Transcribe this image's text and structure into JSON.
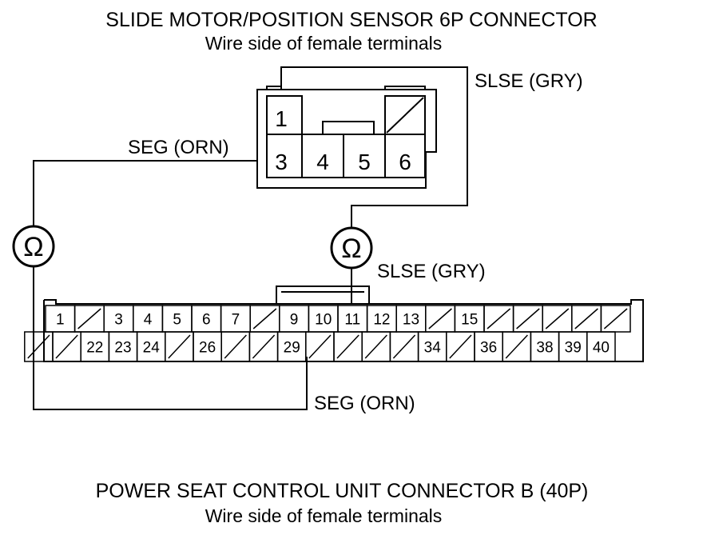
{
  "top_connector": {
    "title": "SLIDE MOTOR/POSITION SENSOR 6P CONNECTOR",
    "subtitle": "Wire side of female terminals",
    "cells": [
      {
        "label": "1",
        "blank": false
      },
      {
        "label": "3",
        "blank": false
      },
      {
        "label": "4",
        "blank": false
      },
      {
        "label": "5",
        "blank": false
      },
      {
        "label": "6",
        "blank": false
      },
      {
        "label": "",
        "blank": true
      }
    ]
  },
  "bottom_connector": {
    "title": "POWER SEAT CONTROL UNIT CONNECTOR B (40P)",
    "subtitle": "Wire side of female terminals",
    "top_row": [
      "1",
      "",
      "3",
      "4",
      "5",
      "6",
      "7",
      "",
      "9",
      "10",
      "11",
      "12",
      "13",
      "",
      "15",
      "",
      "",
      "",
      "",
      ""
    ],
    "bottom_row": [
      "",
      "",
      "22",
      "23",
      "24",
      "",
      "26",
      "",
      "",
      "29",
      "",
      "",
      "",
      "",
      "34",
      "",
      "36",
      "",
      "38",
      "39",
      "40"
    ]
  },
  "wire_labels": {
    "slse_upper": "SLSE (GRY)",
    "seg_upper": "SEG (ORN)",
    "slse_lower": "SLSE (GRY)",
    "seg_lower": "SEG (ORN)"
  },
  "meters": {
    "left_symbol": "Ω",
    "right_symbol": "Ω"
  }
}
